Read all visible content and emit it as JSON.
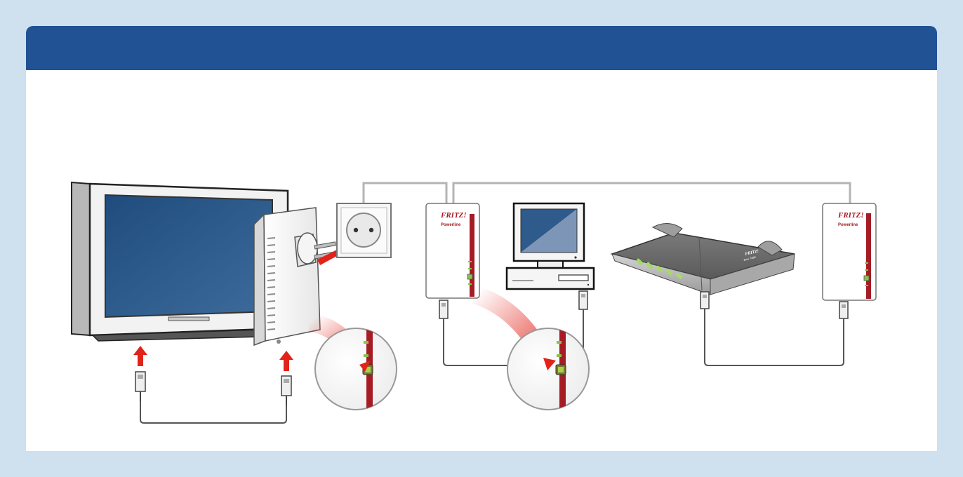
{
  "banner": {
    "color": "#215294",
    "text": ""
  },
  "colors": {
    "page_background": "#cfe0ef",
    "card_background": "#ffffff",
    "adapter_stripe": "#a51c24",
    "led_green": "#8bc34a",
    "arrow_red": "#e2231a",
    "cable_gray": "#b4b4b4"
  },
  "adapter_left": {
    "brand": "FRITZ!",
    "product": "Powerline"
  },
  "adapter_right": {
    "brand": "FRITZ!",
    "product": "Powerline"
  },
  "router": {
    "brand": "FRITZ!",
    "model": "Box 7490"
  },
  "icons": [
    "tv-icon",
    "wall-socket-icon",
    "powerline-adapter-icon",
    "computer-icon",
    "router-icon",
    "ethernet-plug-icon",
    "led-zoom-icon",
    "arrow-up-icon"
  ]
}
